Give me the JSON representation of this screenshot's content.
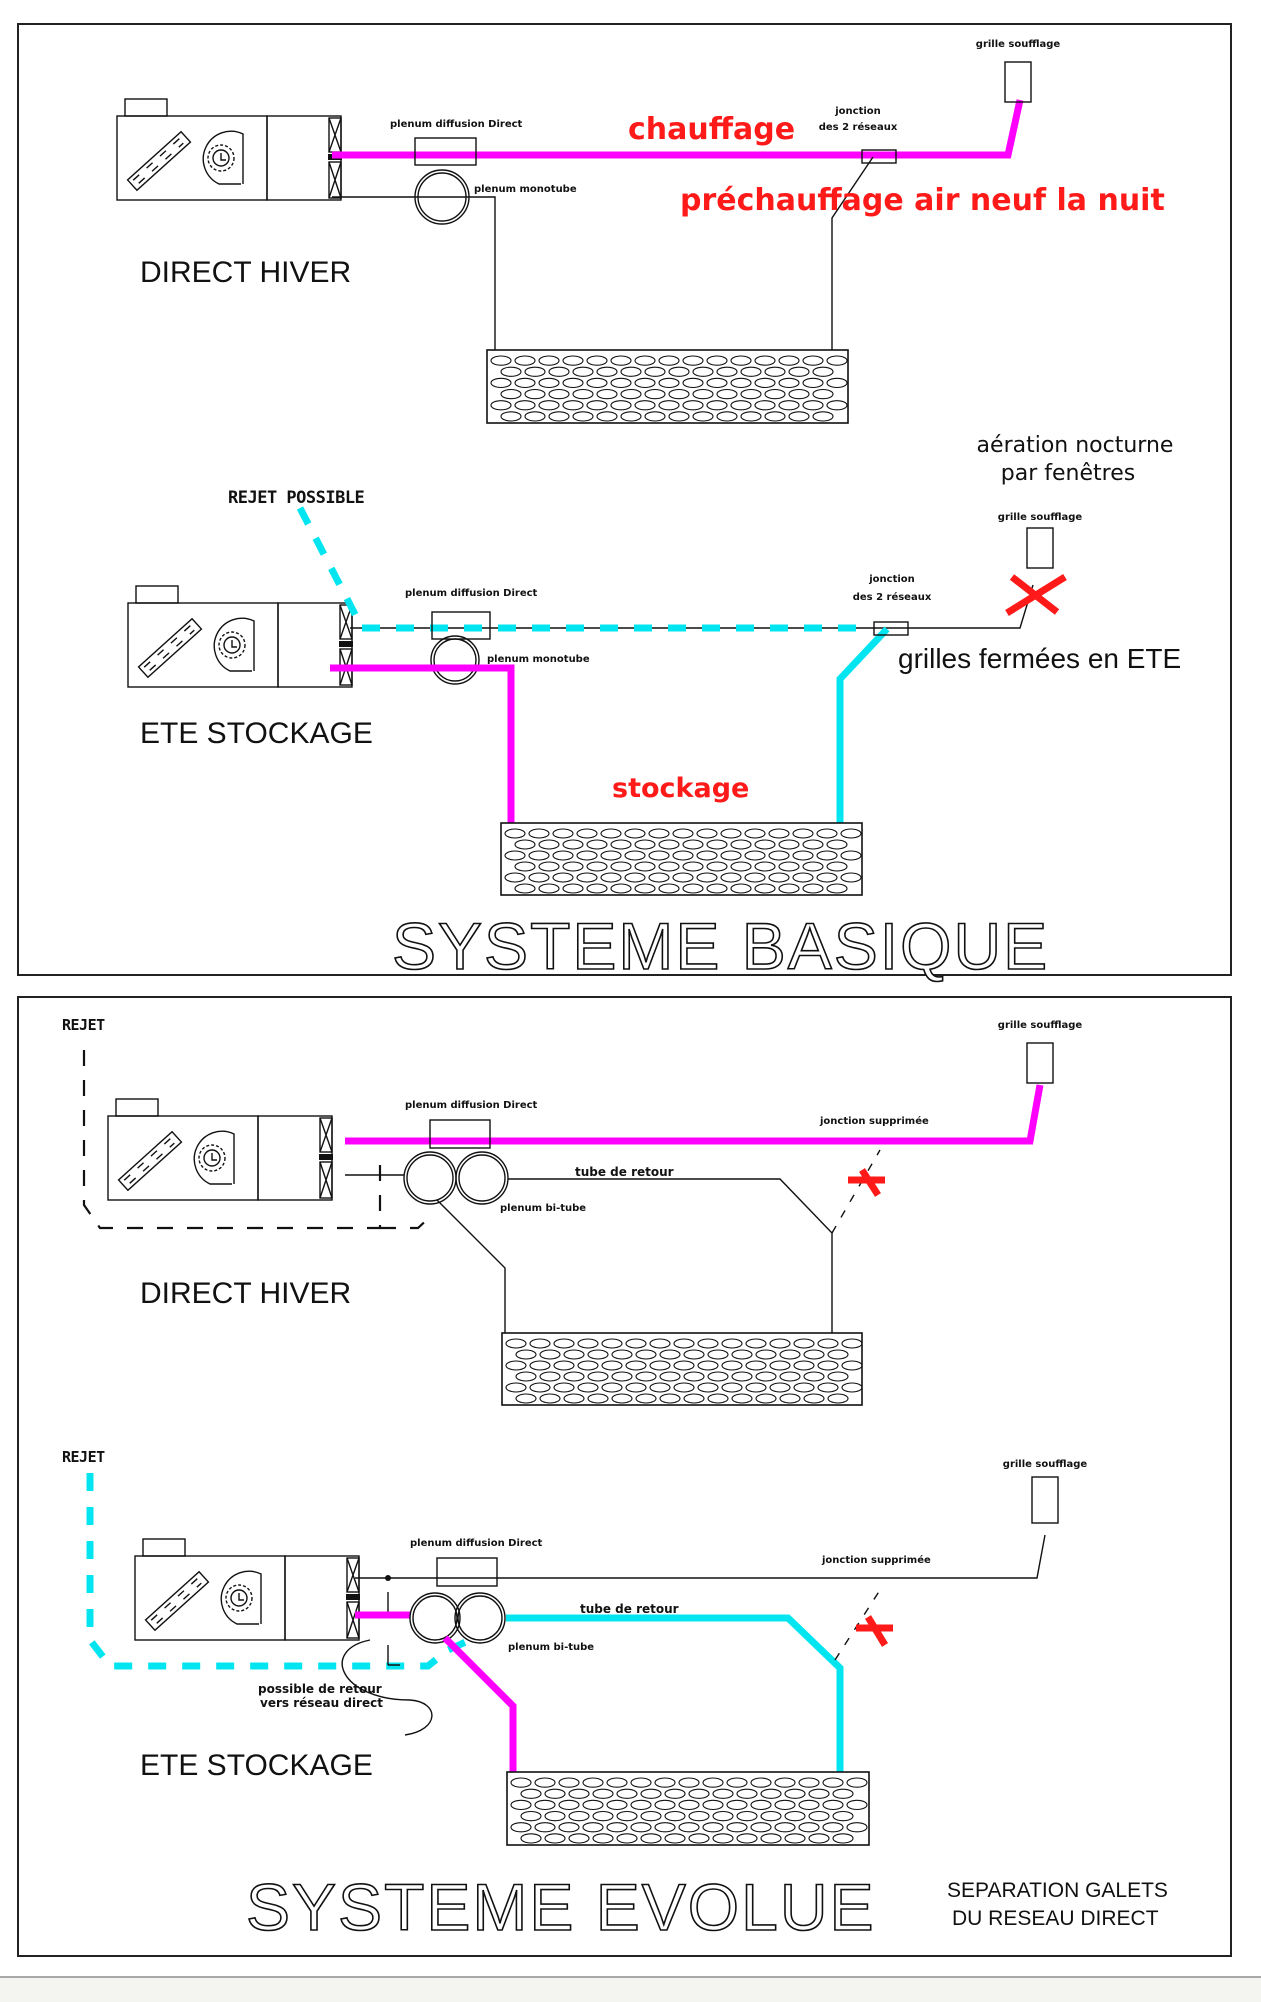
{
  "panels": [
    {
      "id": "basic",
      "title": "SYSTEME  BASIQUE",
      "scenarios": [
        {
          "id": "basic-winter",
          "mode_label": "DIRECT HIVER",
          "labels": {
            "diffuser": "plenum diffusion Direct",
            "monotube": "plenum monotube",
            "junction_line1": "jonction",
            "junction_line2": "des 2 réseaux",
            "grille": "grille soufflage",
            "heating": "chauffage",
            "preheat": "préchauffage air neuf la nuit"
          }
        },
        {
          "id": "basic-summer",
          "mode_label": "ETE STOCKAGE",
          "labels": {
            "reject": "REJET POSSIBLE",
            "diffuser": "plenum diffusion Direct",
            "monotube": "plenum monotube",
            "junction_line1": "jonction",
            "junction_line2": "des 2 réseaux",
            "grille": "grille soufflage",
            "night_vent_line1": "aération nocturne",
            "night_vent_line2": "par fenêtres",
            "grilles_closed": "grilles fermées en ETE",
            "storage": "stockage"
          }
        }
      ]
    },
    {
      "id": "evolved",
      "title": "SYSTEME  EVOLUE",
      "subtitle_line1": "SEPARATION GALETS",
      "subtitle_line2": "DU RESEAU DIRECT",
      "scenarios": [
        {
          "id": "evolved-winter",
          "mode_label": "DIRECT HIVER",
          "labels": {
            "reject": "REJET",
            "diffuser": "plenum diffusion Direct",
            "junction_removed": "jonction supprimée",
            "return_tube": "tube de retour",
            "bitube": "plenum bi-tube",
            "grille": "grille soufflage"
          }
        },
        {
          "id": "evolved-summer",
          "mode_label": "ETE STOCKAGE",
          "labels": {
            "reject": "REJET",
            "diffuser": "plenum diffusion Direct",
            "junction_removed": "jonction supprimée",
            "return_tube": "tube de retour",
            "bitube": "plenum bi-tube",
            "grille": "grille soufflage",
            "possible_return_line1": "possible de retour",
            "possible_return_line2": "vers réseau direct"
          }
        }
      ]
    }
  ],
  "colors": {
    "hot_air": "#ff00ff",
    "cool_air": "#00e5f0",
    "annotation_red": "#ff1a1a",
    "linework": "#111111"
  }
}
